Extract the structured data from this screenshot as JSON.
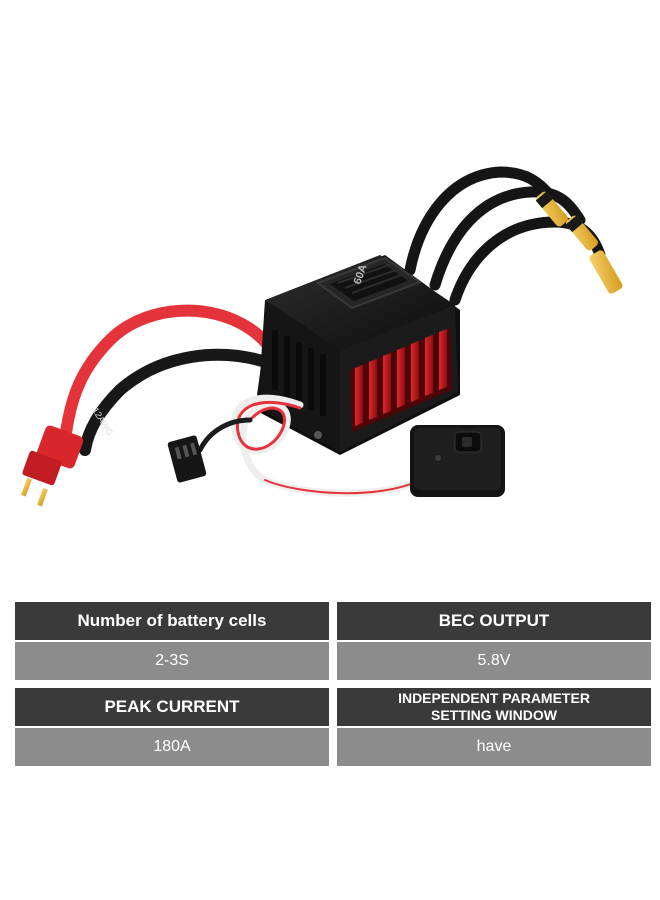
{
  "product": {
    "label_60a": "60A",
    "label_wire": "12AWG"
  },
  "specs": [
    {
      "header": "Number of battery cells",
      "value": "2-3S"
    },
    {
      "header": "BEC OUTPUT",
      "value": "5.8V"
    },
    {
      "header": "PEAK CURRENT",
      "value": "180A"
    },
    {
      "header": "INDEPENDENT PARAMETER\nSETTING WINDOW",
      "value": "have"
    }
  ],
  "colors": {
    "header_bg": "#3a3a3a",
    "value_bg": "#8c8c8c",
    "heatsink_red": "#c8161d",
    "body_black": "#1c1c1c"
  }
}
